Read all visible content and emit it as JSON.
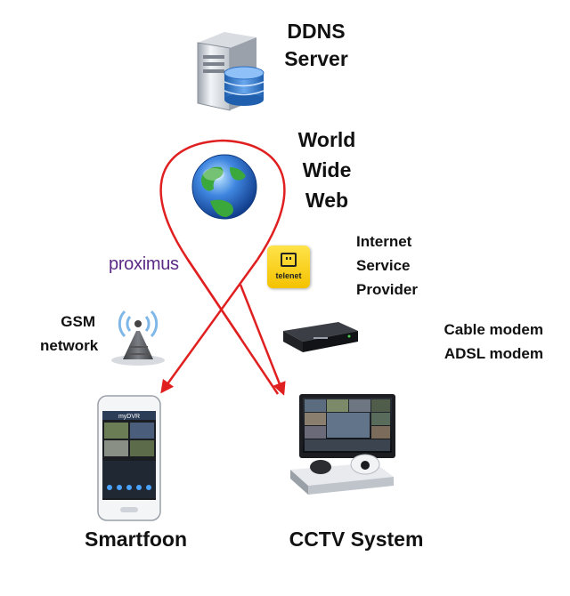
{
  "nodes": {
    "ddns": [
      "DDNS",
      "Server"
    ],
    "www": [
      "World",
      "Wide",
      "Web"
    ],
    "isp": [
      "Internet",
      "Service",
      "Provider"
    ],
    "gsm": [
      "GSM",
      "network"
    ],
    "modem": [
      "Cable modem",
      "ADSL modem"
    ],
    "smartphone": "Smartfoon",
    "cctv": "CCTV System"
  },
  "logos": {
    "proximus": "proximus",
    "telenet": "telenet"
  },
  "phone_screen": {
    "app_title": "myDVR"
  },
  "colors": {
    "arrow": "#e02020",
    "proximus": "#5b2a86",
    "telenet": "#f5c400",
    "globe_ocean": "#2a68c8",
    "globe_land": "#3aa83a"
  },
  "icons": [
    "server-database-icon",
    "globe-icon",
    "antenna-tower-icon",
    "modem-icon",
    "smartphone-icon",
    "cctv-system-icon"
  ]
}
